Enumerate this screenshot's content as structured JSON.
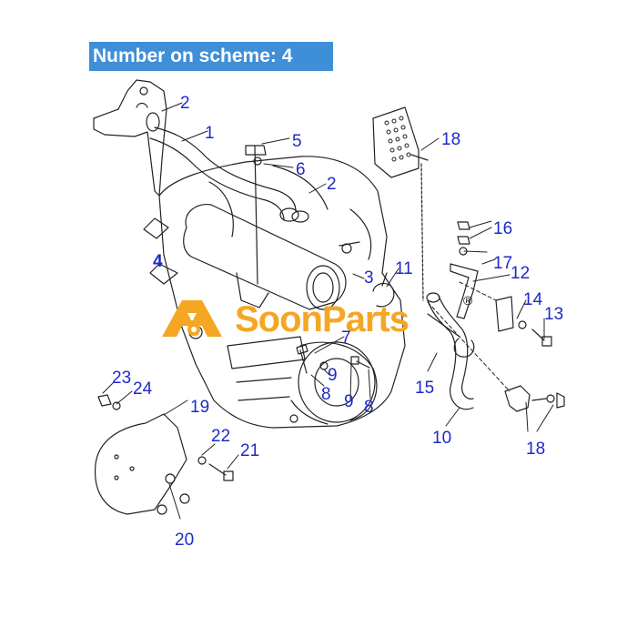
{
  "banner": {
    "text": "Number on scheme: 4"
  },
  "watermark": {
    "brand": "SoonParts",
    "registered": "®"
  },
  "colors": {
    "banner_bg": "#3f8fd8",
    "callout": "#1c2bc7",
    "brand": "#f5a623",
    "line": "#222222"
  },
  "callouts": [
    {
      "id": "c1",
      "text": "1"
    },
    {
      "id": "c2a",
      "text": "2"
    },
    {
      "id": "c2b",
      "text": "2"
    },
    {
      "id": "c3",
      "text": "3"
    },
    {
      "id": "c4",
      "text": "4"
    },
    {
      "id": "c5",
      "text": "5"
    },
    {
      "id": "c6",
      "text": "6"
    },
    {
      "id": "c7",
      "text": "7"
    },
    {
      "id": "c8a",
      "text": "8"
    },
    {
      "id": "c8b",
      "text": "8"
    },
    {
      "id": "c9a",
      "text": "9"
    },
    {
      "id": "c9b",
      "text": "9"
    },
    {
      "id": "c10",
      "text": "10"
    },
    {
      "id": "c11",
      "text": "11"
    },
    {
      "id": "c12",
      "text": "12"
    },
    {
      "id": "c13",
      "text": "13"
    },
    {
      "id": "c14",
      "text": "14"
    },
    {
      "id": "c15",
      "text": "15"
    },
    {
      "id": "c16",
      "text": "16"
    },
    {
      "id": "c17",
      "text": "17"
    },
    {
      "id": "c18a",
      "text": "18"
    },
    {
      "id": "c18b",
      "text": "18"
    },
    {
      "id": "c19",
      "text": "19"
    },
    {
      "id": "c20",
      "text": "20"
    },
    {
      "id": "c21",
      "text": "21"
    },
    {
      "id": "c22",
      "text": "22"
    },
    {
      "id": "c23",
      "text": "23"
    },
    {
      "id": "c24",
      "text": "24"
    }
  ]
}
